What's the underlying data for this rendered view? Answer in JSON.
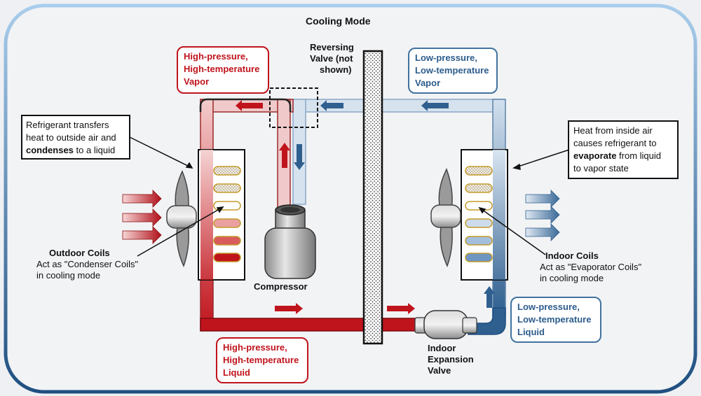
{
  "title": "Cooling Mode",
  "hp_vapor": [
    "High-pressure,",
    "High-temperature",
    "Vapor"
  ],
  "lp_vapor": [
    "Low-pressure,",
    "Low-temperature",
    "Vapor"
  ],
  "hp_liquid": [
    "High-pressure,",
    "High-temperature",
    "Liquid"
  ],
  "lp_liquid": [
    "Low-pressure,",
    "Low-temperature",
    "Liquid"
  ],
  "reversing_valve": [
    "Reversing",
    "Valve (not",
    "shown)"
  ],
  "outdoor_note": {
    "line1": "Refrigerant transfers",
    "line2": "heat to outside air and",
    "line3_bold": "condenses",
    "line3_rest": " to a liquid"
  },
  "indoor_note": {
    "line1": "Heat from inside air",
    "line2": "causes refrigerant to",
    "line3_bold": "evaporate",
    "line3_rest": " from liquid",
    "line4": "to vapor state"
  },
  "outdoor_coils": {
    "title": "Outdoor Coils",
    "desc1": "Act as \"Condenser Coils\"",
    "desc2": "in cooling mode"
  },
  "indoor_coils": {
    "title": "Indoor Coils",
    "desc1": "Act as \"Evaporator Coils\"",
    "desc2": "in cooling mode"
  },
  "compressor": "Compressor",
  "expansion_valve": [
    "Indoor",
    "Expansion",
    "Valve"
  ],
  "colors": {
    "hot": "#c0141c",
    "cold": "#2f5f8f",
    "frame": "#9cc3e6"
  }
}
